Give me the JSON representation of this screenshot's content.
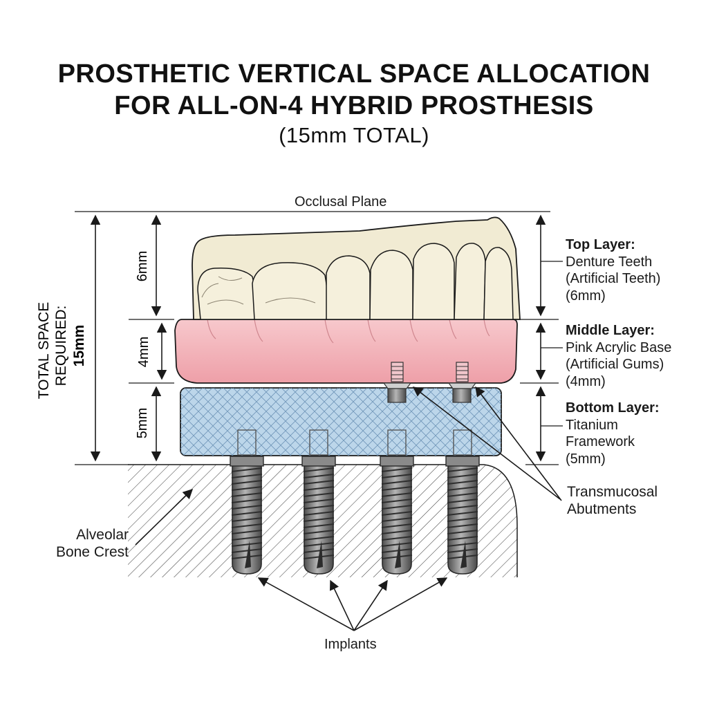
{
  "title": {
    "line1": "PROSTHETIC VERTICAL SPACE ALLOCATION",
    "line2": "FOR ALL-ON-4 HYBRID PROSTHESIS",
    "line3": "(15mm TOTAL)"
  },
  "occlusal_plane": "Occlusal Plane",
  "total_space": {
    "line1": "TOTAL SPACE",
    "line2": "REQUIRED:",
    "line3": "15mm"
  },
  "dimensions": {
    "top": "6mm",
    "middle": "4mm",
    "bottom": "5mm"
  },
  "layers": {
    "top": {
      "heading": "Top Layer:",
      "line1": "Denture Teeth",
      "line2": "(Artificial Teeth)",
      "line3": "(6mm)"
    },
    "middle": {
      "heading": "Middle Layer:",
      "line1": "Pink Acrylic Base",
      "line2": "(Artificial Gums)",
      "line3": "(4mm)"
    },
    "bottom": {
      "heading": "Bottom Layer:",
      "line1": "Titanium",
      "line2": "Framework",
      "line3": "(5mm)"
    }
  },
  "abutments_label": {
    "line1": "Transmucosal",
    "line2": "Abutments"
  },
  "bone_label": {
    "line1": "Alveolar",
    "line2": "Bone Crest"
  },
  "implants_label": "Implants",
  "colors": {
    "teeth": "#f1ebd3",
    "gum": "#f3b9bf",
    "framework": "#bcd6ea",
    "metal": "#7c7c7c",
    "line": "#1a1a1a"
  }
}
